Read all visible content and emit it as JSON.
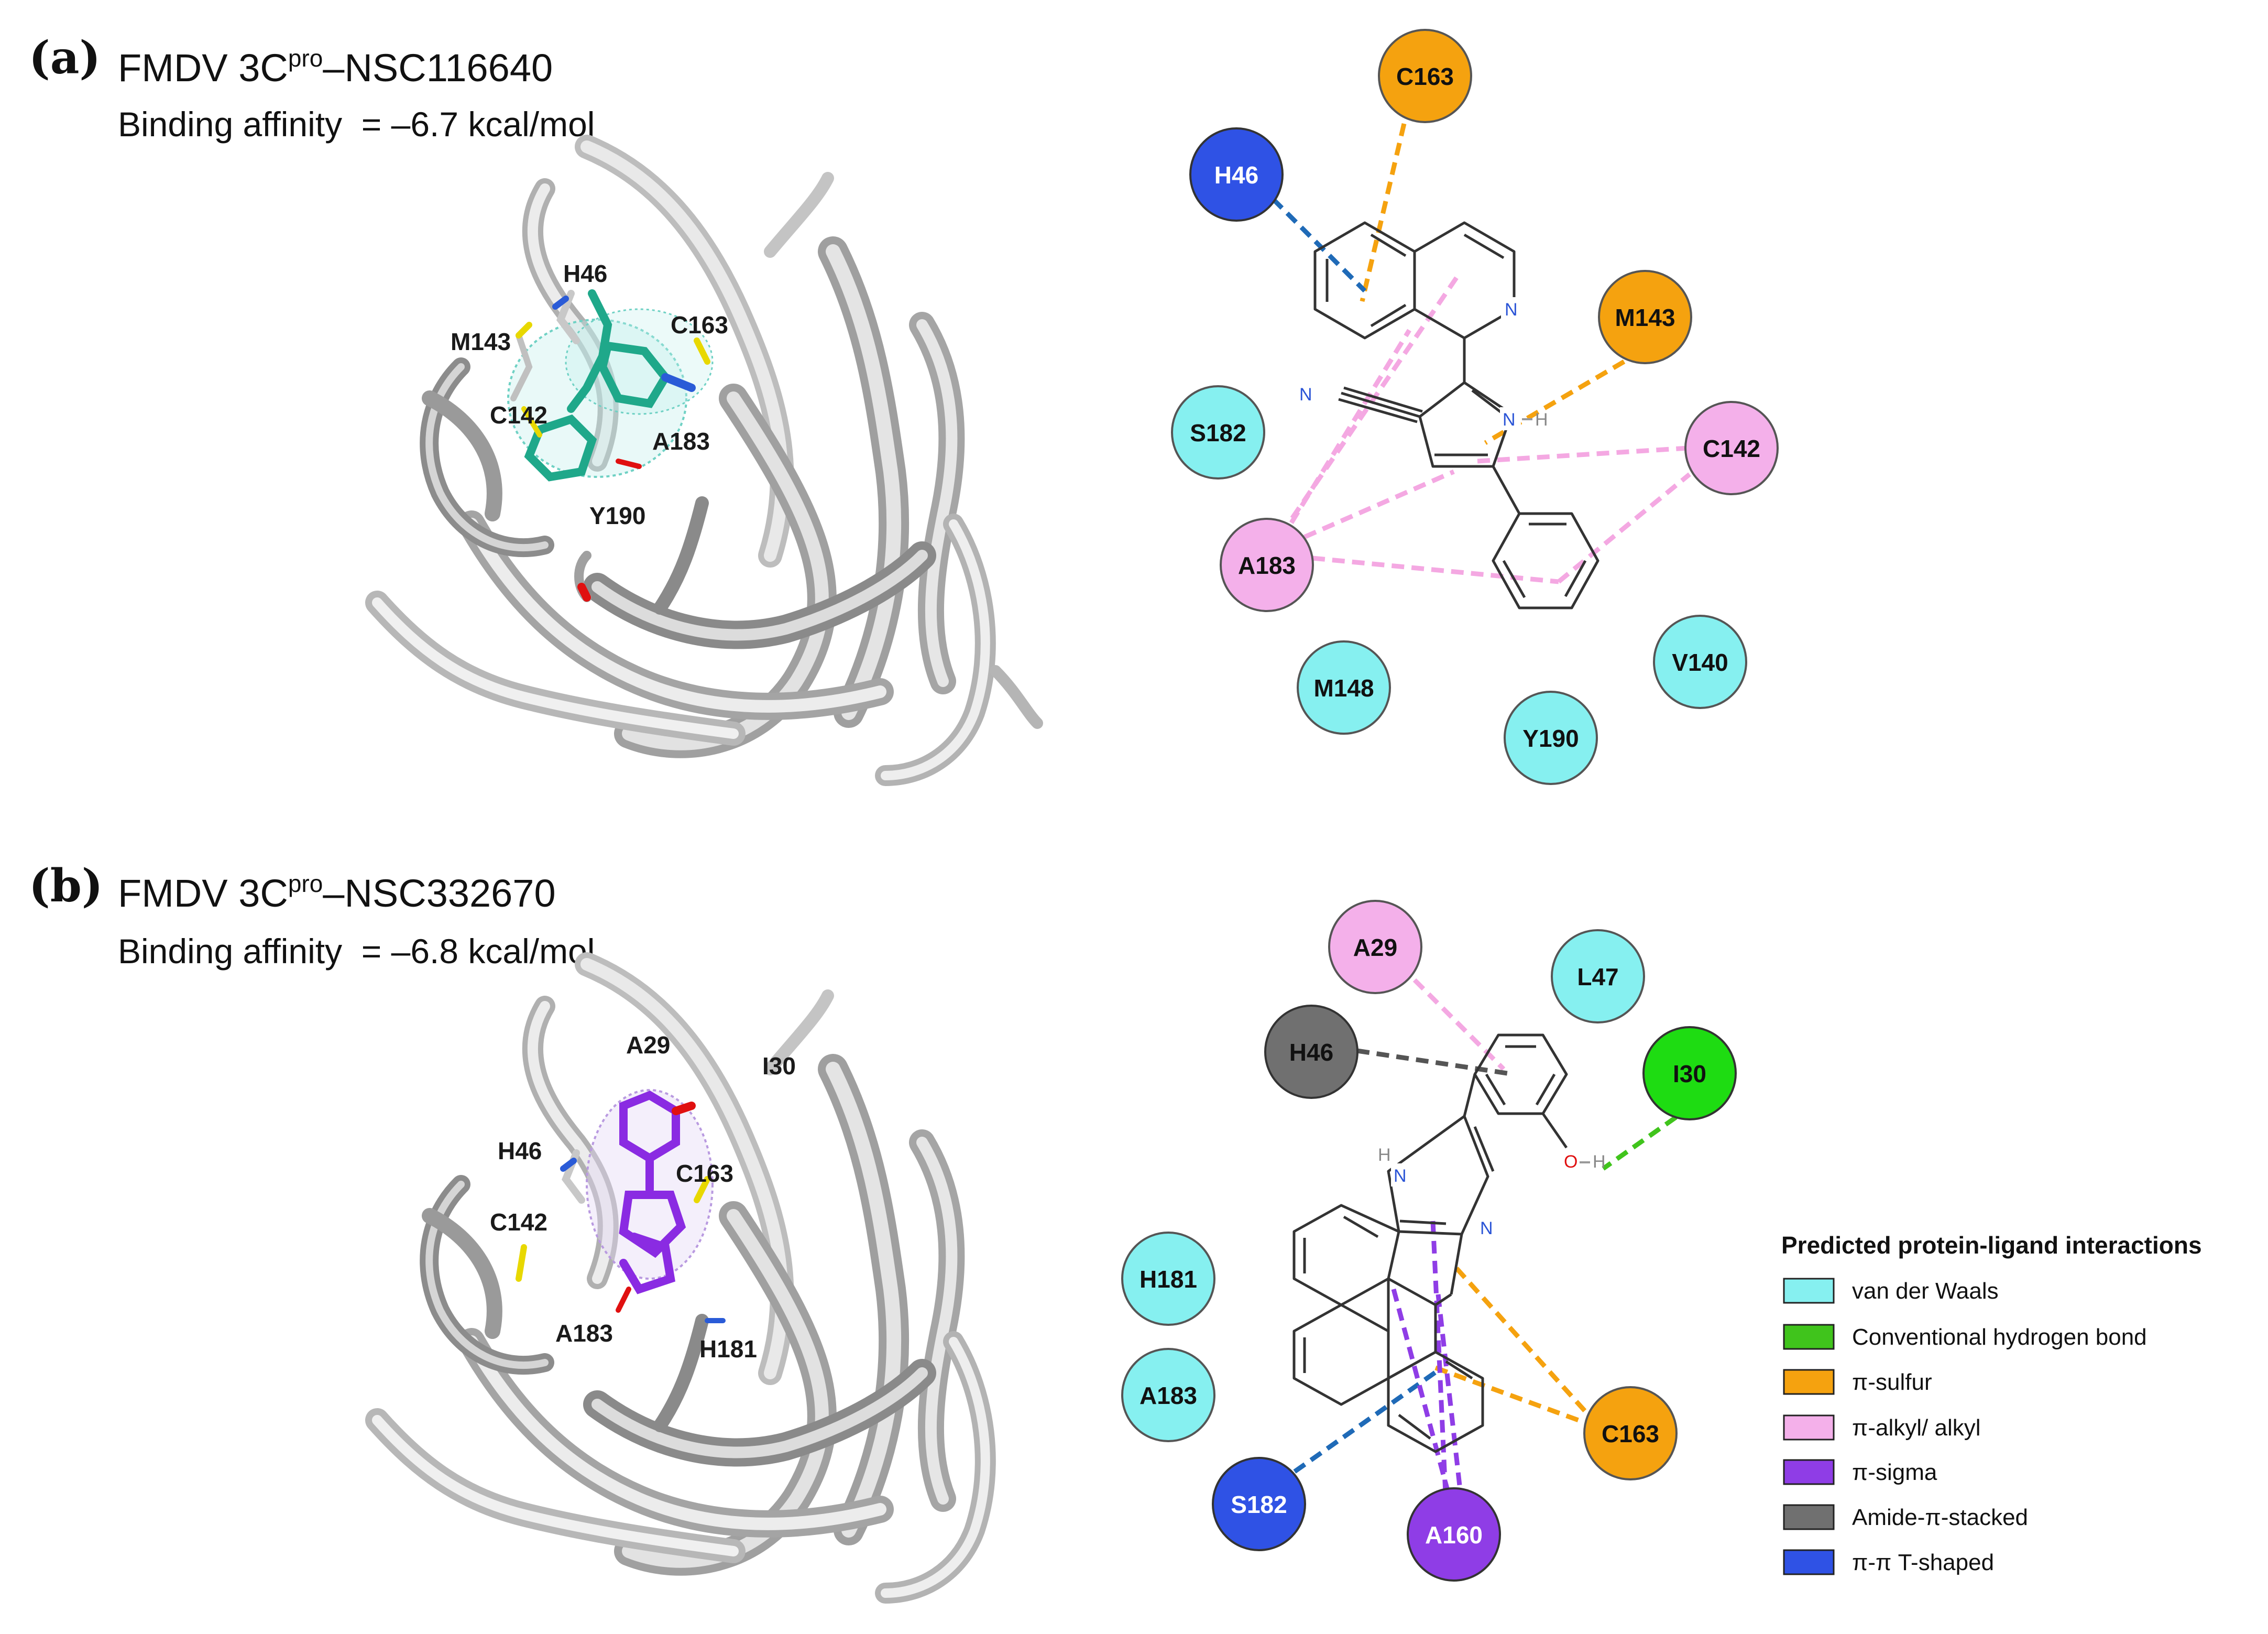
{
  "figure": {
    "panels": [
      {
        "panel_label": "(a)",
        "complex_prefix": "FMDV 3C",
        "complex_sup": "pro",
        "complex_suffix": "–NSC116640",
        "affinity": "Binding affinity  = –6.7 kcal/mol",
        "ribbon_labels": [
          "H46",
          "M143",
          "C163",
          "C142",
          "A183",
          "Y190"
        ],
        "ligand_color": "#1fa88a",
        "atom_labels": {
          "n_ring": "N",
          "n_nitrile": "N",
          "n_pyrrole": "N",
          "h_pyrrole": "H"
        },
        "residues": [
          {
            "name": "C163",
            "type": "pi-sulfur"
          },
          {
            "name": "H46",
            "type": "pi-pi-t-shaped"
          },
          {
            "name": "M143",
            "type": "pi-sulfur"
          },
          {
            "name": "S182",
            "type": "van-der-waals"
          },
          {
            "name": "C142",
            "type": "pi-alkyl"
          },
          {
            "name": "A183",
            "type": "pi-alkyl"
          },
          {
            "name": "M148",
            "type": "van-der-waals"
          },
          {
            "name": "V140",
            "type": "van-der-waals"
          },
          {
            "name": "Y190",
            "type": "van-der-waals"
          }
        ]
      },
      {
        "panel_label": "(b)",
        "complex_prefix": "FMDV 3C",
        "complex_sup": "pro",
        "complex_suffix": "–NSC332670",
        "affinity": "Binding affinity  = –6.8 kcal/mol",
        "ribbon_labels": [
          "A29",
          "I30",
          "H46",
          "C163",
          "C142",
          "A183",
          "H181"
        ],
        "ligand_color": "#8a2be2",
        "atom_labels": {
          "n_h": "N",
          "h_n": "H",
          "n_imine": "N",
          "o": "O",
          "h_o": "H"
        },
        "residues": [
          {
            "name": "A29",
            "type": "pi-alkyl"
          },
          {
            "name": "L47",
            "type": "van-der-waals"
          },
          {
            "name": "H46",
            "type": "amide-pi-stacked"
          },
          {
            "name": "I30",
            "type": "hydrogen-bond"
          },
          {
            "name": "H181",
            "type": "van-der-waals"
          },
          {
            "name": "A183",
            "type": "van-der-waals"
          },
          {
            "name": "C163",
            "type": "pi-sulfur"
          },
          {
            "name": "S182",
            "type": "pi-pi-t-shaped"
          },
          {
            "name": "A160",
            "type": "pi-sigma"
          }
        ]
      }
    ],
    "legend": {
      "title": "Predicted protein-ligand interactions",
      "items": [
        {
          "label": "van der Waals",
          "color": "#86f0f0"
        },
        {
          "label": "Conventional hydrogen bond",
          "color": "#40c41c"
        },
        {
          "label": "π-sulfur",
          "color": "#f5a20f"
        },
        {
          "label": "π-alkyl/ alkyl",
          "color": "#f4b0ea"
        },
        {
          "label": "π-sigma",
          "color": "#8f3de6"
        },
        {
          "label": "Amide-π-stacked",
          "color": "#707070"
        },
        {
          "label": "π-π T-shaped",
          "color": "#2f52e5"
        }
      ]
    }
  }
}
